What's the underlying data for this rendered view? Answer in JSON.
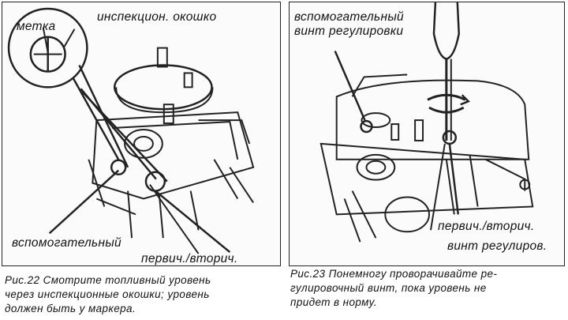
{
  "figure_left": {
    "labels": {
      "mark": "метка",
      "window": "инспекцион. окошко",
      "aux": "вспомогательный",
      "prim_sec": "первич./вторич."
    },
    "caption": [
      "Рис.22 Смотрите топливный уровень",
      "через инспекционные окошки; уровень",
      "должен быть у маркера."
    ]
  },
  "figure_right": {
    "labels": {
      "aux_screw_1": "вспомогательный",
      "aux_screw_2": "винт регулировки",
      "prim_sec_1": "первич./вторич.",
      "prim_sec_2": "винт регулиров."
    },
    "caption": [
      "Рис.23 Понемногу проворачивайте ре-",
      "гулировочный винт, пока уровень не",
      "придет в норму."
    ]
  }
}
